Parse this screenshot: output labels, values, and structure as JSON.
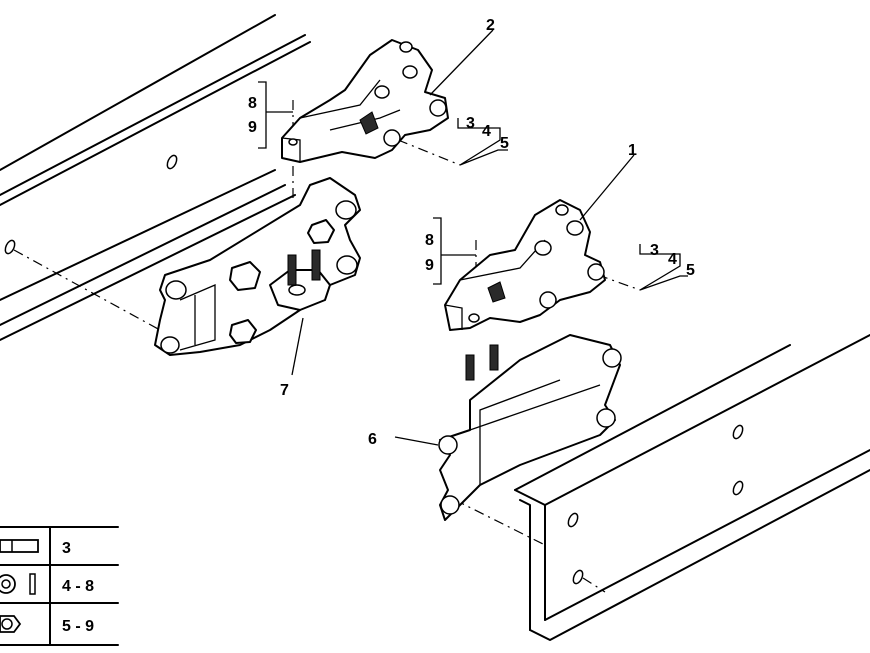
{
  "callouts": {
    "c1": "1",
    "c2": "2",
    "c6": "6",
    "c7": "7",
    "c8a": "8",
    "c9a": "9",
    "c8b": "8",
    "c9b": "9",
    "c3a": "3",
    "c4a": "4",
    "c5a": "5",
    "c3b": "3",
    "c4b": "4",
    "c5b": "5"
  },
  "legend": {
    "rows": [
      {
        "icon": "bolt-icon",
        "label": "3"
      },
      {
        "icon": "washer-spring-icon",
        "label": "4 - 8"
      },
      {
        "icon": "nut-icon",
        "label": "5 - 9"
      }
    ]
  }
}
